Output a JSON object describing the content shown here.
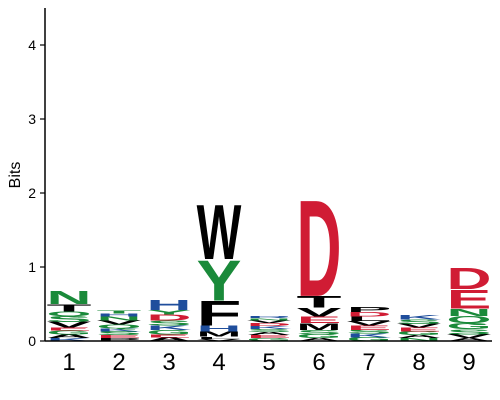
{
  "chart_data": {
    "type": "sequence-logo",
    "title": "",
    "xlabel": "",
    "ylabel": "Bits",
    "ylim": [
      0,
      4.5
    ],
    "yticks": [
      0,
      1,
      2,
      3,
      4
    ],
    "grid": false,
    "positions": [
      {
        "label": "1",
        "letters": [
          {
            "char": "K",
            "bits": 0.04,
            "color": "#1f4e9c"
          },
          {
            "char": "A",
            "bits": 0.05,
            "color": "#000000"
          },
          {
            "char": "G",
            "bits": 0.05,
            "color": "#1a8a3a"
          },
          {
            "char": "E",
            "bits": 0.04,
            "color": "#d01c34"
          },
          {
            "char": "V",
            "bits": 0.08,
            "color": "#000000"
          },
          {
            "char": "S",
            "bits": 0.08,
            "color": "#1a8a3a"
          },
          {
            "char": "Q",
            "bits": 0.06,
            "color": "#1a8a3a"
          },
          {
            "char": "T",
            "bits": 0.1,
            "color": "#000000"
          },
          {
            "char": "N",
            "bits": 0.18,
            "color": "#1a8a3a"
          }
        ]
      },
      {
        "label": "2",
        "letters": [
          {
            "char": "P",
            "bits": 0.04,
            "color": "#000000"
          },
          {
            "char": "E",
            "bits": 0.04,
            "color": "#d01c34"
          },
          {
            "char": "S",
            "bits": 0.05,
            "color": "#1a8a3a"
          },
          {
            "char": "K",
            "bits": 0.04,
            "color": "#1f4e9c"
          },
          {
            "char": "Q",
            "bits": 0.05,
            "color": "#1a8a3a"
          },
          {
            "char": "V",
            "bits": 0.06,
            "color": "#000000"
          },
          {
            "char": "N",
            "bits": 0.05,
            "color": "#1a8a3a"
          },
          {
            "char": "H",
            "bits": 0.04,
            "color": "#1f4e9c"
          },
          {
            "char": "T",
            "bits": 0.04,
            "color": "#1a8a3a"
          }
        ]
      },
      {
        "label": "3",
        "letters": [
          {
            "char": "A",
            "bits": 0.05,
            "color": "#000000"
          },
          {
            "char": "E",
            "bits": 0.04,
            "color": "#d01c34"
          },
          {
            "char": "G",
            "bits": 0.06,
            "color": "#1a8a3a"
          },
          {
            "char": "K",
            "bits": 0.06,
            "color": "#1f4e9c"
          },
          {
            "char": "S",
            "bits": 0.07,
            "color": "#1a8a3a"
          },
          {
            "char": "D",
            "bits": 0.08,
            "color": "#d01c34"
          },
          {
            "char": "Y",
            "bits": 0.06,
            "color": "#1a8a3a"
          },
          {
            "char": "H",
            "bits": 0.14,
            "color": "#1f4e9c"
          }
        ]
      },
      {
        "label": "4",
        "letters": [
          {
            "char": "V",
            "bits": 0.03,
            "color": "#000000"
          },
          {
            "char": "L",
            "bits": 0.03,
            "color": "#000000"
          },
          {
            "char": "M",
            "bits": 0.07,
            "color": "#000000"
          },
          {
            "char": "H",
            "bits": 0.08,
            "color": "#1f4e9c"
          },
          {
            "char": "F",
            "bits": 0.34,
            "color": "#000000"
          },
          {
            "char": "Y",
            "bits": 0.56,
            "color": "#1a8a3a"
          },
          {
            "char": "W",
            "bits": 0.76,
            "color": "#000000"
          }
        ]
      },
      {
        "label": "5",
        "letters": [
          {
            "char": "G",
            "bits": 0.04,
            "color": "#1a8a3a"
          },
          {
            "char": "E",
            "bits": 0.04,
            "color": "#d01c34"
          },
          {
            "char": "A",
            "bits": 0.04,
            "color": "#000000"
          },
          {
            "char": "S",
            "bits": 0.04,
            "color": "#1a8a3a"
          },
          {
            "char": "K",
            "bits": 0.04,
            "color": "#1f4e9c"
          },
          {
            "char": "D",
            "bits": 0.04,
            "color": "#d01c34"
          },
          {
            "char": "V",
            "bits": 0.04,
            "color": "#000000"
          },
          {
            "char": "N",
            "bits": 0.03,
            "color": "#1a8a3a"
          },
          {
            "char": "R",
            "bits": 0.03,
            "color": "#1f4e9c"
          }
        ]
      },
      {
        "label": "6",
        "letters": [
          {
            "char": "A",
            "bits": 0.04,
            "color": "#000000"
          },
          {
            "char": "G",
            "bits": 0.05,
            "color": "#1a8a3a"
          },
          {
            "char": "S",
            "bits": 0.06,
            "color": "#1a8a3a"
          },
          {
            "char": "M",
            "bits": 0.09,
            "color": "#000000"
          },
          {
            "char": "E",
            "bits": 0.09,
            "color": "#d01c34"
          },
          {
            "char": "V",
            "bits": 0.12,
            "color": "#000000"
          },
          {
            "char": "T",
            "bits": 0.16,
            "color": "#000000"
          },
          {
            "char": "D",
            "bits": 1.34,
            "color": "#d01c34"
          }
        ]
      },
      {
        "label": "7",
        "letters": [
          {
            "char": "G",
            "bits": 0.05,
            "color": "#1a8a3a"
          },
          {
            "char": "K",
            "bits": 0.05,
            "color": "#1f4e9c"
          },
          {
            "char": "S",
            "bits": 0.05,
            "color": "#1a8a3a"
          },
          {
            "char": "E",
            "bits": 0.06,
            "color": "#d01c34"
          },
          {
            "char": "V",
            "bits": 0.06,
            "color": "#000000"
          },
          {
            "char": "L",
            "bits": 0.06,
            "color": "#000000"
          },
          {
            "char": "D",
            "bits": 0.06,
            "color": "#d01c34"
          },
          {
            "char": "P",
            "bits": 0.07,
            "color": "#000000"
          }
        ]
      },
      {
        "label": "8",
        "letters": [
          {
            "char": "N",
            "bits": 0.04,
            "color": "#1a8a3a"
          },
          {
            "char": "A",
            "bits": 0.04,
            "color": "#000000"
          },
          {
            "char": "G",
            "bits": 0.05,
            "color": "#1a8a3a"
          },
          {
            "char": "E",
            "bits": 0.05,
            "color": "#d01c34"
          },
          {
            "char": "V",
            "bits": 0.05,
            "color": "#000000"
          },
          {
            "char": "S",
            "bits": 0.06,
            "color": "#1a8a3a"
          },
          {
            "char": "K",
            "bits": 0.06,
            "color": "#1f4e9c"
          }
        ]
      },
      {
        "label": "9",
        "letters": [
          {
            "char": "A",
            "bits": 0.04,
            "color": "#000000"
          },
          {
            "char": "V",
            "bits": 0.05,
            "color": "#000000"
          },
          {
            "char": "S",
            "bits": 0.07,
            "color": "#1a8a3a"
          },
          {
            "char": "G",
            "bits": 0.08,
            "color": "#1a8a3a"
          },
          {
            "char": "Q",
            "bits": 0.1,
            "color": "#1a8a3a"
          },
          {
            "char": "N",
            "bits": 0.1,
            "color": "#1a8a3a"
          },
          {
            "char": "E",
            "bits": 0.26,
            "color": "#d01c34"
          },
          {
            "char": "D",
            "bits": 0.3,
            "color": "#d01c34"
          }
        ]
      }
    ]
  }
}
